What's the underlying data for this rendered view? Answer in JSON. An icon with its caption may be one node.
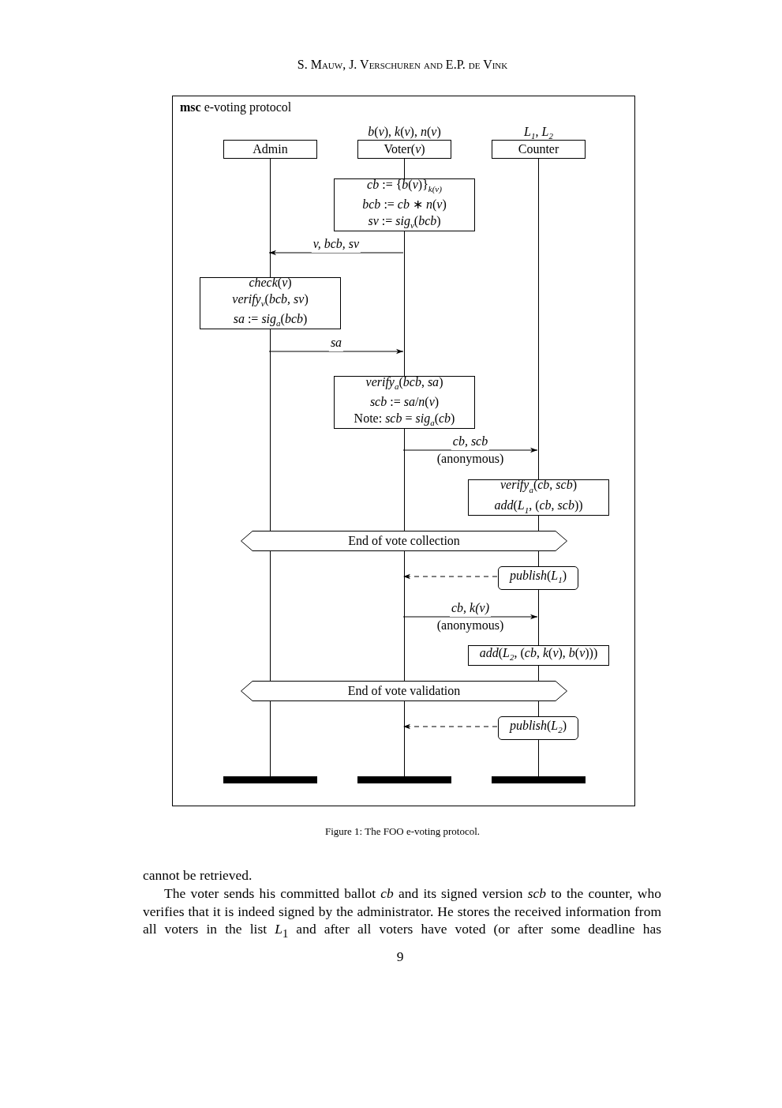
{
  "diagram": {
    "caption": "Figure 1: The FOO e-voting protocol.",
    "nodes": [
      {
        "text": [
          "**msc** e-voting protocol"
        ]
      },
      {
        "text": [
          "Admin"
        ],
        "in": 0
      },
      {
        "text": [
          "Voter(*v*)"
        ],
        "beside": [
          "*b*(*v*), *k*(*v*), *n*(*v*)"
        ],
        "in": 0
      },
      {
        "text": [
          "Counter"
        ],
        "beside": [
          "*L*$_{1}$, *L*$_{2}$"
        ],
        "in": 0
      },
      {
        "text": [
          "*cb* := {*b*(*v*)}$_{k(v)}$",
          "*bcb* := *cb* ∗ *n*(*v*)",
          "*sv* := *sig*$_{v}$(*bcb*)"
        ],
        "in": 0
      },
      {
        "text": [
          "*check*(*v*)",
          "*verify*$_{v}$(*bcb*, *sv*)",
          "*sa* := *sig*$_{a}$(*bcb*)"
        ],
        "in": 0
      },
      {
        "text": [
          "*verify*$_{a}$(*bcb*, *sa*)",
          "*scb* := *sa*/*n*(*v*)",
          "Note: *scb* = *sig*$_{a}$(*cb*)"
        ],
        "in": 0
      },
      {
        "text": [
          "*verify*$_{a}$(*cb*, *scb*)",
          "*add*(*L*$_{1}$, (*cb*, *scb*))"
        ],
        "in": 0
      },
      {
        "text": [
          "End of vote collection"
        ],
        "in": 0
      },
      {
        "text": [
          "*publish*(*L*$_{1}$)"
        ],
        "in": 0
      },
      {
        "text": [
          "*add*(*L*$_{2}$, (*cb*, *k*(*v*), *b*(*v*)))"
        ],
        "in": 0
      },
      {
        "text": [
          "End of vote validation"
        ],
        "in": 0
      },
      {
        "text": [
          "*publish*(*L*$_{2}$)"
        ],
        "in": 0
      },
      {
        "text": [],
        "shape": "bar",
        "in": 0
      },
      {
        "text": [],
        "shape": "bar",
        "in": 0
      },
      {
        "text": [],
        "shape": "bar",
        "in": 0
      },
      {
        "text": [],
        "shape": "line",
        "in": 0
      },
      {
        "text": [],
        "shape": "line",
        "in": 0
      },
      {
        "text": [],
        "shape": "line",
        "in": 0
      },
      {
        "text": [],
        "shape": "line",
        "in": 0
      },
      {
        "text": [],
        "shape": "line",
        "in": 0
      },
      {
        "text": [],
        "shape": "line",
        "in": 0
      },
      {
        "text": [],
        "shape": "line",
        "in": 0
      },
      {
        "text": [],
        "shape": "line",
        "in": 0
      },
      {
        "text": [],
        "shape": "line",
        "in": 0
      },
      {
        "text": [],
        "shape": "line",
        "in": 0
      },
      {
        "text": [],
        "shape": "line",
        "in": 0
      },
      {
        "text": [],
        "shape": "line",
        "in": 0
      },
      {
        "text": [],
        "shape": "line",
        "in": 0
      },
      {
        "text": [],
        "shape": "line",
        "in": 0
      },
      {
        "text": [],
        "shape": "line",
        "in": 0
      },
      {
        "text": [],
        "shape": "line",
        "in": 0
      }
    ],
    "edges": [
      {
        "from": 21,
        "to": 16,
        "arrow": "to",
        "label": "v, bcb, sv"
      },
      {
        "from": 17,
        "to": 21,
        "arrow": "to",
        "label": "sa"
      },
      {
        "from": 22,
        "to": 25,
        "arrow": "to",
        "label": "cb, scb"
      },
      {
        "from": 9,
        "to": 23,
        "arrow": "to",
        "style": "dashed"
      },
      {
        "from": 23,
        "to": 28,
        "arrow": "to",
        "label": "cb, k(v)"
      },
      {
        "from": 12,
        "to": 24,
        "arrow": "to",
        "style": "dashed"
      }
    ],
    "labels": [
      "S. Mauw, J. Verschuren and E.P. de Vink",
      "(anonymous)",
      "(anonymous)",
      "cannot be retrieved.",
      "The voter sends his committed ballot *cb* and its signed version *scb* to the counter, who verifies that it is indeed signed by the administrator. He stores the received information from all voters in the list *L*$_{1}$ and after all voters have voted (or after some deadline has",
      "9"
    ]
  }
}
